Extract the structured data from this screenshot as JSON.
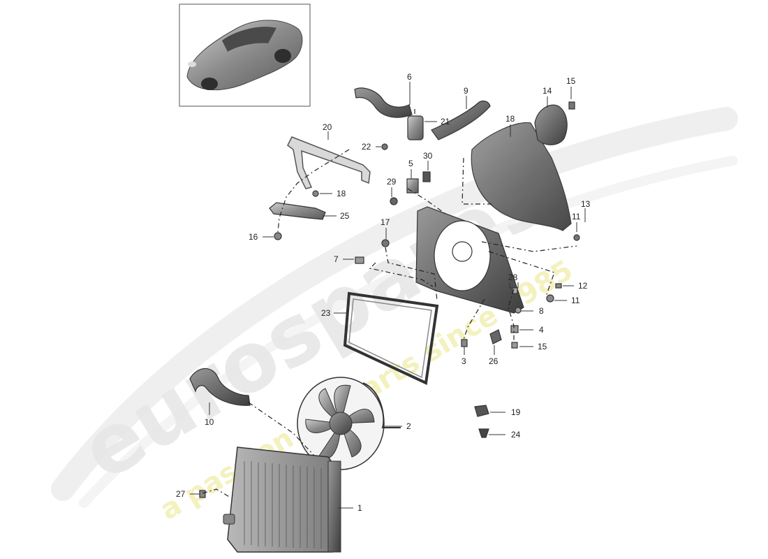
{
  "watermark": {
    "brand": "eurospares",
    "tagline": "a passion for parts since 1985",
    "brand_color": "#e6e6e6",
    "tagline_color": "#f2f0b8"
  },
  "thumbnail": {
    "icon": "car-thumbnail-icon"
  },
  "callouts": [
    {
      "id": "c1",
      "label": "1"
    },
    {
      "id": "c2",
      "label": "2"
    },
    {
      "id": "c3",
      "label": "3"
    },
    {
      "id": "c4",
      "label": "4"
    },
    {
      "id": "c5",
      "label": "5"
    },
    {
      "id": "c6",
      "label": "6"
    },
    {
      "id": "c7",
      "label": "7"
    },
    {
      "id": "c8",
      "label": "8"
    },
    {
      "id": "c9",
      "label": "9"
    },
    {
      "id": "c10a",
      "label": "10"
    },
    {
      "id": "c11a",
      "label": "11"
    },
    {
      "id": "c11b",
      "label": "11"
    },
    {
      "id": "c12",
      "label": "12"
    },
    {
      "id": "c13",
      "label": "13"
    },
    {
      "id": "c14",
      "label": "14"
    },
    {
      "id": "c15a",
      "label": "15"
    },
    {
      "id": "c15b",
      "label": "15"
    },
    {
      "id": "c16",
      "label": "16"
    },
    {
      "id": "c17",
      "label": "17"
    },
    {
      "id": "c18a",
      "label": "18"
    },
    {
      "id": "c18b",
      "label": "18"
    },
    {
      "id": "c19",
      "label": "19"
    },
    {
      "id": "c20",
      "label": "20"
    },
    {
      "id": "c21",
      "label": "21"
    },
    {
      "id": "c22",
      "label": "22"
    },
    {
      "id": "c23",
      "label": "23"
    },
    {
      "id": "c24",
      "label": "24"
    },
    {
      "id": "c25",
      "label": "25"
    },
    {
      "id": "c26",
      "label": "26"
    },
    {
      "id": "c27",
      "label": "27"
    },
    {
      "id": "c28",
      "label": "28"
    },
    {
      "id": "c29",
      "label": "29"
    },
    {
      "id": "c30",
      "label": "30"
    }
  ]
}
